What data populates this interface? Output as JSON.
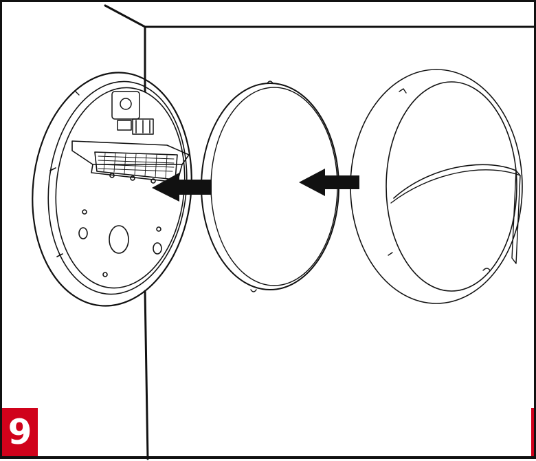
{
  "step": {
    "number": "9"
  },
  "colors": {
    "badge": "#d0021b",
    "line": "#111111",
    "background": "#ffffff"
  },
  "illustration": {
    "parts": [
      "wall-mounted-base",
      "diffuser-lens",
      "eyelid-cover"
    ],
    "arrows": [
      "arrow-left",
      "arrow-left"
    ]
  }
}
